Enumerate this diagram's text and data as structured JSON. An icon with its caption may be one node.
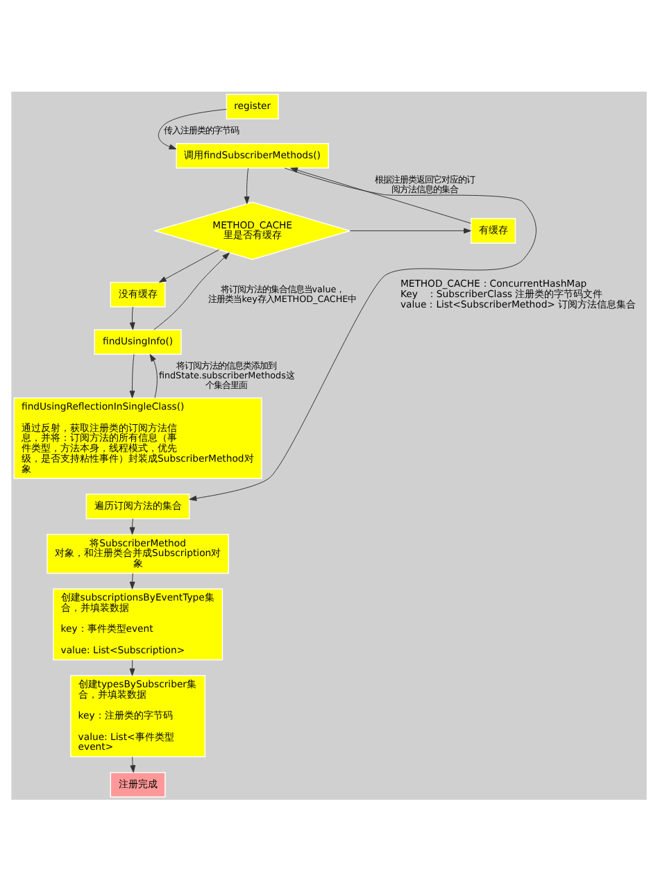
{
  "diagram": {
    "nodes": [
      {
        "text": [
          "register"
        ]
      },
      {
        "text": [
          "调用findSubscriberMethods()"
        ]
      },
      {
        "text": [
          "METHOD_CACHE 里是否有缓存"
        ]
      },
      {
        "text": [
          "有缓存"
        ]
      },
      {
        "text": [
          "没有缓存"
        ]
      },
      {
        "text": [
          "findUsingInfo()"
        ]
      },
      {
        "text": [
          "findUsingReflectionInSingleClass()",
          "通过反射，获取注册类的订阅方法信息，并将：订阅方法的所有信息（事件类型，方法本身，线程模式，优先级，是否支持粘性事件）封装成SubscriberMethod对象"
        ]
      },
      {
        "text": [
          "遍历订阅方法的集合"
        ]
      },
      {
        "text": [
          "将SubscriberMethod 对象，和注册类合并成Subscription对象"
        ]
      },
      {
        "text": [
          "创建subscriptionsByEventType集合，并填装数据",
          "key：事件类型event",
          "value: List<Subscription>"
        ]
      },
      {
        "text": [
          "创建typesBySubscriber集合，并填装数据",
          "key：注册类的字节码",
          "value: List<事件类型event>"
        ]
      },
      {
        "text": [
          "注册完成"
        ]
      }
    ],
    "edges": [
      {
        "from": 0,
        "to": 1,
        "arrow": "to",
        "label": "传入注册类的字节码"
      },
      {
        "from": 1,
        "to": 2,
        "arrow": "to"
      },
      {
        "from": 2,
        "to": 3,
        "arrow": "to"
      },
      {
        "from": 3,
        "to": 1,
        "arrow": "to",
        "label": "根据注册类返回它对应的订阅方法信息的集合"
      },
      {
        "from": 2,
        "to": 4,
        "arrow": "to"
      },
      {
        "from": 4,
        "to": 5,
        "arrow": "to"
      },
      {
        "from": 5,
        "to": 2,
        "arrow": "to",
        "label": "将订阅方法的集合信息当value，注册类当key存入METHOD_CACHE中"
      },
      {
        "from": 5,
        "to": 6,
        "arrow": "to"
      },
      {
        "from": 6,
        "to": 5,
        "arrow": "to",
        "label": "将订阅方法的信息类添加到findState.subscriberMethods这个集合里面"
      },
      {
        "from": 1,
        "to": 7,
        "arrow": "to"
      },
      {
        "from": 7,
        "to": 8,
        "arrow": "to"
      },
      {
        "from": 8,
        "to": 9,
        "arrow": "to"
      },
      {
        "from": 9,
        "to": 10,
        "arrow": "to"
      },
      {
        "from": 10,
        "to": 11,
        "arrow": "to"
      }
    ],
    "labels": [
      "METHOD_CACHE：ConcurrentHashMap",
      "Key   ：SubscriberClass 注册类的字节码文件",
      "value：List<SubscriberMethod> 订阅方法信息集合"
    ]
  }
}
